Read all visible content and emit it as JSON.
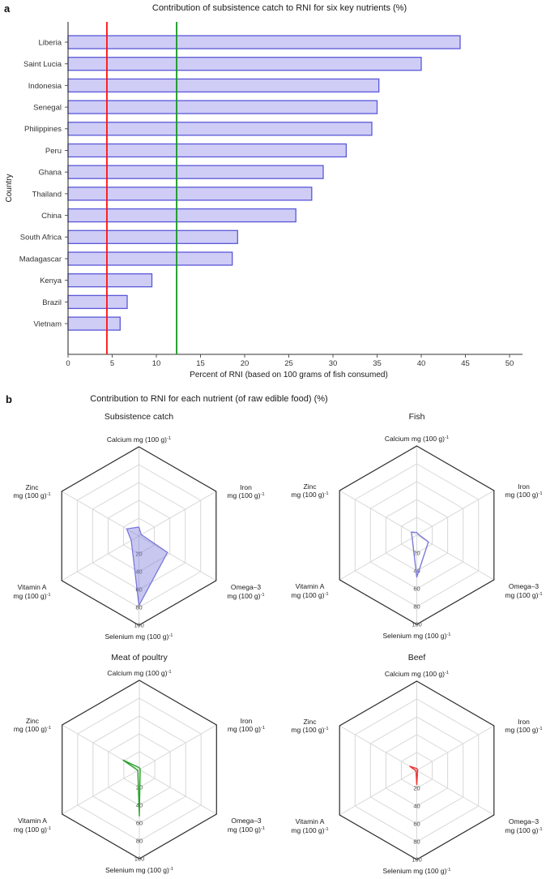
{
  "panels": {
    "a_label": "a",
    "b_label": "b"
  },
  "chart_data": [
    {
      "type": "bar",
      "orientation": "horizontal",
      "title": "Contribution of subsistence catch to RNI for six key nutrients (%)",
      "xlabel": "Percent of RNI (based on 100 grams of fish consumed)",
      "ylabel": "Country",
      "categories": [
        "Liberia",
        "Saint Lucia",
        "Indonesia",
        "Senegal",
        "Philippines",
        "Peru",
        "Ghana",
        "Thailand",
        "China",
        "South Africa",
        "Madagascar",
        "Kenya",
        "Brazil",
        "Vietnam"
      ],
      "values": [
        44.4,
        40.0,
        35.2,
        35.0,
        34.4,
        31.5,
        28.9,
        27.6,
        25.8,
        19.2,
        18.6,
        9.5,
        6.7,
        5.9
      ],
      "xlim": [
        0,
        50
      ],
      "xticks": [
        0,
        5,
        10,
        15,
        20,
        25,
        30,
        35,
        40,
        45,
        50
      ],
      "grid": false,
      "legend": "none",
      "reference_lines": [
        {
          "name": "red-reference-line",
          "value": 4.4,
          "color": "#ff1010"
        },
        {
          "name": "green-reference-line",
          "value": 12.3,
          "color": "#12991f"
        }
      ],
      "bar_fill": "#cfcdf6",
      "bar_stroke": "#5a58d8"
    },
    {
      "type": "radar",
      "title": "Contribution to RNI for each nutrient (of raw edible food) (%)",
      "rmax": 100,
      "ring_ticks": [
        20,
        40,
        60,
        80,
        100
      ],
      "axes": [
        {
          "id": "calcium",
          "lines": [
            "Calcium mg (100 g)^-1"
          ]
        },
        {
          "id": "iron",
          "lines": [
            "Iron",
            "mg (100 g)^-1"
          ]
        },
        {
          "id": "omega-3",
          "lines": [
            "Omega–3",
            "mg (100 g)^-1"
          ]
        },
        {
          "id": "selenium",
          "lines": [
            "Selenium mg (100 g)^-1"
          ]
        },
        {
          "id": "vitamin-a",
          "lines": [
            "Vitamin A",
            "mg (100 g)^-1"
          ]
        },
        {
          "id": "zinc",
          "lines": [
            "Zinc",
            "mg (100 g)^-1"
          ]
        }
      ],
      "value_order": [
        "Calcium",
        "Iron",
        "Omega-3",
        "Selenium",
        "Vitamin A",
        "Zinc"
      ],
      "series": [
        {
          "name": "Subsistence catch",
          "color": "#7472dc",
          "fill": "rgba(123,121,220,0.42)",
          "values": [
            10,
            3,
            37,
            78,
            10,
            16
          ]
        },
        {
          "name": "Fish",
          "color": "#7b79d8",
          "fill": "none",
          "values": [
            3,
            2,
            15,
            47,
            6,
            7
          ]
        },
        {
          "name": "Meat of poultry",
          "color": "#28a228",
          "fill": "none",
          "values": [
            2,
            1,
            1,
            52,
            2,
            21
          ]
        },
        {
          "name": "Beef",
          "color": "#ef3333",
          "fill": "none",
          "values": [
            2,
            1,
            1,
            16,
            1,
            9
          ]
        }
      ]
    }
  ]
}
